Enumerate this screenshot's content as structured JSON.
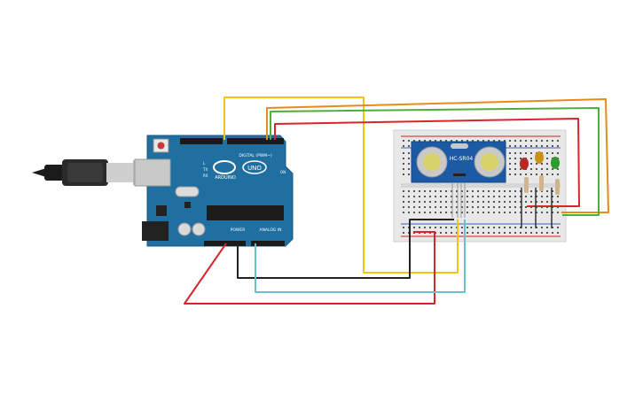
{
  "arduino": {
    "header_digital": "DIGITAL (PWM~)",
    "logo_text": "UNO",
    "brand": "ARDUINO",
    "tx": "TX",
    "rx": "RX",
    "on": "ON",
    "power": "POWER",
    "analog_in": "ANALOG IN",
    "l": "L"
  },
  "sensor": {
    "label": "HC-SR04"
  },
  "wires": {
    "yellow": "#f2c414",
    "orange": "#e8891c",
    "green": "#4fae3a",
    "red": "#d7262b",
    "black": "#222222",
    "cyan": "#6cc1c9"
  },
  "leds": {
    "red": "#b52a26",
    "yellow": "#c8921a",
    "green": "#2f9a2f"
  }
}
